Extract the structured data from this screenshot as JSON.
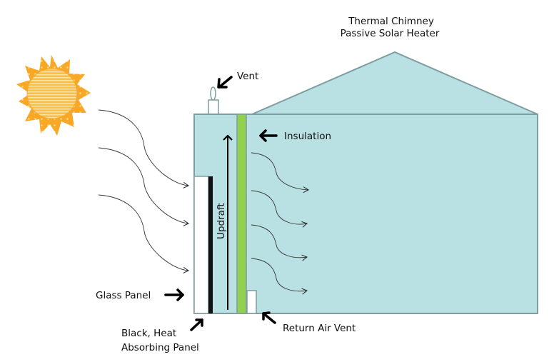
{
  "title": {
    "line1": "Thermal Chimney",
    "line2": "Passive Solar Heater"
  },
  "labels": {
    "vent": "Vent",
    "insulation": "Insulation",
    "updraft": "Updraft",
    "glass_panel": "Glass Panel",
    "black_panel_line1": "Black, Heat",
    "black_panel_line2": "Absorbing Panel",
    "return_air_vent": "Return Air Vent"
  },
  "colors": {
    "house_fill": "#b9e0e3",
    "house_stroke": "#7f9ea0",
    "insulation": "#92d050",
    "sun_rays": "#f9a825",
    "sun_core": "#fbc04a",
    "absorber": "#111111"
  },
  "icons": {
    "sun": "sun-icon",
    "arrow": "bold-arrow-icon"
  }
}
